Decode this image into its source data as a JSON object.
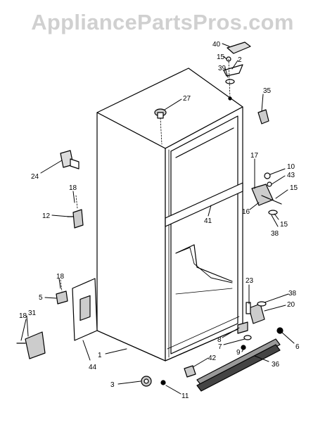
{
  "watermark": "AppliancePartsPros.com",
  "callouts": [
    {
      "id": "c40",
      "label": "40"
    },
    {
      "id": "c15a",
      "label": "15"
    },
    {
      "id": "c2",
      "label": "2"
    },
    {
      "id": "c39",
      "label": "39"
    },
    {
      "id": "c35",
      "label": "35"
    },
    {
      "id": "c27",
      "label": "27"
    },
    {
      "id": "c24",
      "label": "24"
    },
    {
      "id": "c17",
      "label": "17"
    },
    {
      "id": "c10",
      "label": "10"
    },
    {
      "id": "c43",
      "label": "43"
    },
    {
      "id": "c15b",
      "label": "15"
    },
    {
      "id": "c18a",
      "label": "18"
    },
    {
      "id": "c12",
      "label": "12"
    },
    {
      "id": "c41",
      "label": "41"
    },
    {
      "id": "c16",
      "label": "16"
    },
    {
      "id": "c15c",
      "label": "15"
    },
    {
      "id": "c38a",
      "label": "38"
    },
    {
      "id": "c18b",
      "label": "18"
    },
    {
      "id": "c5",
      "label": "5"
    },
    {
      "id": "c23",
      "label": "23"
    },
    {
      "id": "c38b",
      "label": "38"
    },
    {
      "id": "c20",
      "label": "20"
    },
    {
      "id": "c31",
      "label": "31"
    },
    {
      "id": "c18c",
      "label": "18"
    },
    {
      "id": "c8",
      "label": "8"
    },
    {
      "id": "c7",
      "label": "7"
    },
    {
      "id": "c9",
      "label": "9"
    },
    {
      "id": "c6",
      "label": "6"
    },
    {
      "id": "c1",
      "label": "1"
    },
    {
      "id": "c44",
      "label": "44"
    },
    {
      "id": "c42",
      "label": "42"
    },
    {
      "id": "c36",
      "label": "36"
    },
    {
      "id": "c3",
      "label": "3"
    },
    {
      "id": "c11",
      "label": "11"
    }
  ]
}
